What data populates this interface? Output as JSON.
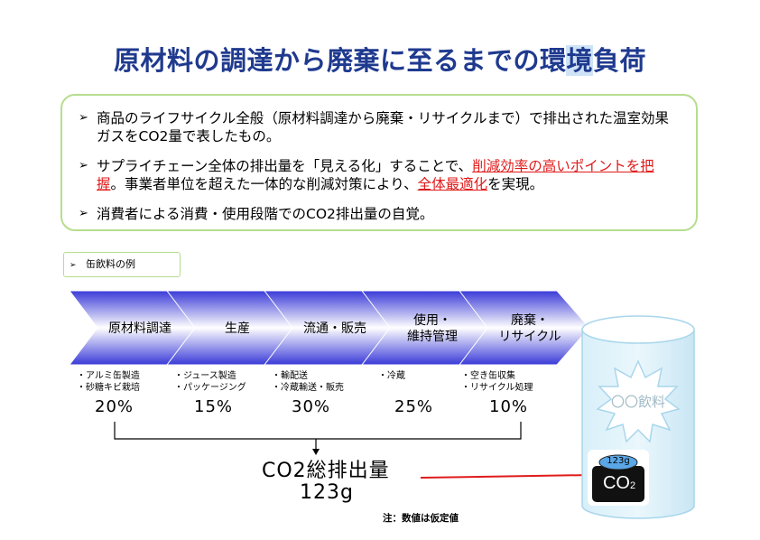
{
  "title": {
    "text_before": "原材料の調達から廃棄に至るまでの環",
    "text_highlight": "境",
    "text_after": "負荷"
  },
  "summary": {
    "bullets": [
      {
        "text": "商品のライフサイクル全般（原材料調達から廃棄・リサイクルまで）で排出された温室効果ガスをCO2量で表したもの。"
      },
      {
        "text_1": "サプライチェーン全体の排出量を「見える化」することで、",
        "highlight_1": "削減効率の高いポイントを把握",
        "text_2": "。事業者単位を超えた一体的な削減対策により、",
        "highlight_2": "全体最適化",
        "text_3": "を実現。"
      },
      {
        "text": "消費者による消費・使用段階でのCO2排出量の自覚。"
      }
    ]
  },
  "example_label": "缶飲料の例",
  "stages": [
    {
      "label": "原材料調達",
      "notes": [
        "・アルミ缶製造",
        "・砂糖キビ栽培"
      ],
      "percent": "20%"
    },
    {
      "label": "生産",
      "notes": [
        "・ジュース製造",
        "・パッケージング"
      ],
      "percent": "15%"
    },
    {
      "label": "流通・販売",
      "notes": [
        "・輸配送",
        "・冷蔵輸送・販売"
      ],
      "percent": "30%"
    },
    {
      "label": "使用・\n維持管理",
      "notes": [
        "・冷蔵"
      ],
      "percent": "25%"
    },
    {
      "label": "廃棄・\nリサイクル",
      "notes": [
        "・空き缶収集",
        "・リサイクル処理"
      ],
      "percent": "10%"
    }
  ],
  "total": {
    "label": "CO2総排出量",
    "value": "123g"
  },
  "product": {
    "can_label": "〇〇飲料",
    "tag_value": "123g",
    "tag_co2": "CO",
    "tag_sub": "2"
  },
  "footnote": "注：数値は仮定値",
  "colors": {
    "title": "#1f3a8f",
    "border": "#b6dd8e",
    "arrow_dark": "#3838dd",
    "arrow_light": "#ffffff",
    "red": "#e01b1b",
    "can": "#cfeaf7"
  }
}
